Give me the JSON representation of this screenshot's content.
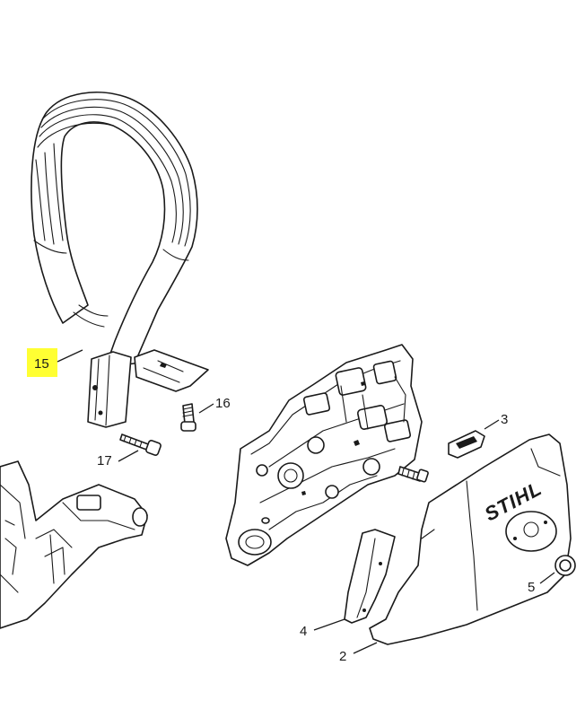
{
  "callouts": {
    "handlebar": "15",
    "screw_16": "16",
    "screw_17": "17",
    "catch_3": "3",
    "nut_5": "5",
    "sprocket_cover_2": "2",
    "cover_part_4": "4"
  },
  "brand_label": "STIHL",
  "colors": {
    "highlight": "#ffff33",
    "ink": "#1a1a1a",
    "background": "#ffffff"
  }
}
